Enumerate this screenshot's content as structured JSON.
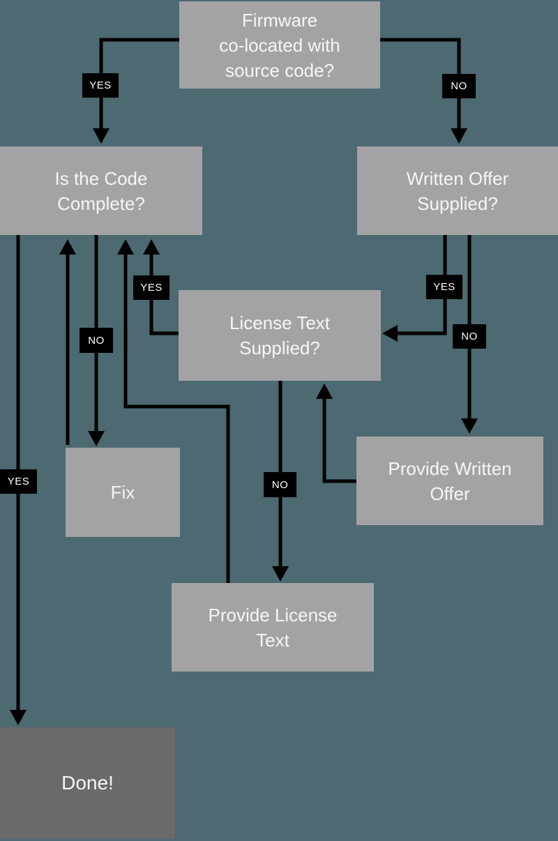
{
  "title": "Firmware license compliance flowchart",
  "colors": {
    "background": "#4d6971",
    "node_fill": "#a3a3a5",
    "done_fill": "#6a6a6a",
    "node_text": "#f6f6f6",
    "label_bg": "#000000",
    "label_text": "#ffffff",
    "line": "#000000"
  },
  "nodes": {
    "firmware": {
      "label": "Firmware\nco-located with\nsource code?"
    },
    "code_complete": {
      "label": "Is the Code\nComplete?"
    },
    "written_offer": {
      "label": "Written Offer\nSupplied?"
    },
    "license_text": {
      "label": "License Text\nSupplied?"
    },
    "fix": {
      "label": "Fix"
    },
    "provide_written_offer": {
      "label": "Provide Written\nOffer"
    },
    "provide_license_text": {
      "label": "Provide License\nText"
    },
    "done": {
      "label": "Done!"
    }
  },
  "edge_labels": {
    "firmware_yes": "YES",
    "firmware_no": "NO",
    "license_yes_to_complete": "YES",
    "complete_no_to_fix": "NO",
    "offer_yes_to_license": "YES",
    "offer_no_to_provide": "NO",
    "license_no_to_provide": "NO",
    "complete_yes_to_done": "YES"
  }
}
